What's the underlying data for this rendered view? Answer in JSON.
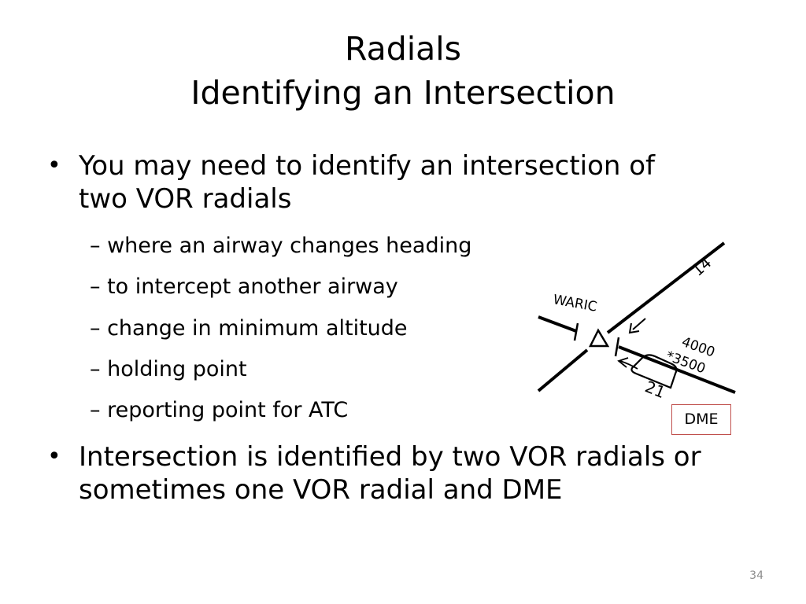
{
  "slide": {
    "title_line1": "Radials",
    "title_line2": "Identifying an Intersection",
    "bullets": [
      {
        "line1": "You may need to identify an intersection of",
        "line2": "two VOR radials"
      },
      {
        "line1": "Intersection is identified by two VOR radials or",
        "line2": "sometimes one VOR radial and DME"
      }
    ],
    "sub_bullets": [
      "– where an airway changes heading",
      "– to intercept another airway",
      "– change in minimum altitude",
      "– holding point",
      "– reporting point for ATC"
    ],
    "bullet_glyph": "•",
    "slide_number": "34"
  },
  "chart_diagram": {
    "intersection_name": "WARIC",
    "airway_number": "14",
    "mea": "4000",
    "moca": "*3500",
    "distance": "21",
    "callout": "DME"
  }
}
